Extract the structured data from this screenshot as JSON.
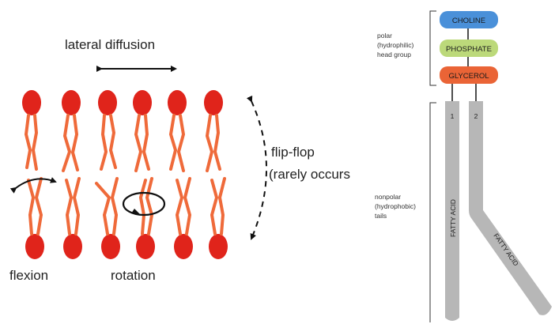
{
  "left_panel": {
    "lateral_label": "lateral diffusion",
    "flipflop_label": "flip-flop",
    "flipflop_note": "(rarely occurs",
    "flexion_label": "flexion",
    "rotation_label": "rotation"
  },
  "right_panel": {
    "head_group_label": [
      "polar",
      "(hydrophilic)",
      "head group"
    ],
    "tails_label": [
      "nonpolar",
      "(hydrophobic)",
      "tails"
    ],
    "boxes": {
      "choline": "CHOLINE",
      "phosphate": "PHOSPHATE",
      "glycerol": "GLYCEROL"
    },
    "tail_numbers": [
      "1",
      "2"
    ],
    "fatty_acid_label": "FATTY ACID"
  },
  "colors": {
    "lipid_head": "#e0241b",
    "lipid_tail": "#ef6a3a",
    "choline": "#4a90d9",
    "phosphate": "#bcd97a",
    "glycerol": "#ea6436",
    "tail_gray": "#b7b7b7"
  }
}
